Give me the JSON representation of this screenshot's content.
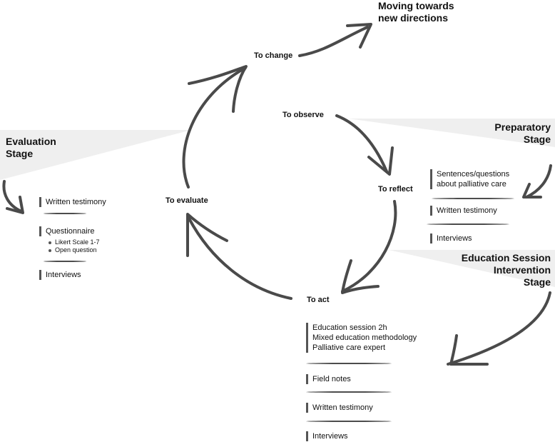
{
  "cycle": {
    "to_change": "To change",
    "to_observe": "To observe",
    "to_reflect": "To reflect",
    "to_act": "To act",
    "to_evaluate": "To evaluate"
  },
  "moving": {
    "line1": "Moving towards",
    "line2": "new directions"
  },
  "preparatory": {
    "title_line1": "Preparatory",
    "title_line2": "Stage",
    "items": [
      {
        "lines": [
          "Sentences/questions",
          "about palliative care"
        ]
      },
      {
        "lines": [
          "Written testimony"
        ]
      },
      {
        "lines": [
          "Interviews"
        ]
      }
    ]
  },
  "education": {
    "title_lines": [
      "Education Session",
      "Intervention",
      "Stage"
    ],
    "items": [
      {
        "lines": [
          "Education session 2h",
          "Mixed education methodology",
          "Palliative care expert"
        ]
      },
      {
        "lines": [
          "Field notes"
        ]
      },
      {
        "lines": [
          "Written testimony"
        ]
      },
      {
        "lines": [
          "Interviews"
        ]
      }
    ]
  },
  "evaluation": {
    "title_line1": "Evaluation",
    "title_line2": "Stage",
    "items": [
      {
        "lines": [
          "Written testimony"
        ]
      },
      {
        "lines": [
          "Questionnaire"
        ],
        "bullets": [
          "Likert Scale 1-7",
          "Open question"
        ]
      },
      {
        "lines": [
          "Interviews"
        ]
      }
    ]
  },
  "colors": {
    "arrow": "#4a4a4a",
    "band": "#efefef",
    "bar": "#555555"
  }
}
